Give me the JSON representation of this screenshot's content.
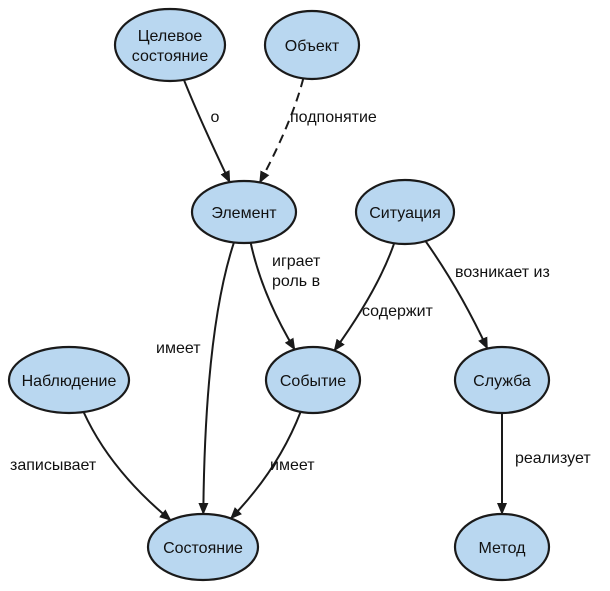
{
  "nodes": [
    {
      "id": "goal_state",
      "name": "node-goal-state",
      "lines": [
        "Целевое",
        "состояние"
      ]
    },
    {
      "id": "object",
      "name": "node-object",
      "lines": [
        "Объект"
      ]
    },
    {
      "id": "element",
      "name": "node-element",
      "lines": [
        "Элемент"
      ]
    },
    {
      "id": "situation",
      "name": "node-situation",
      "lines": [
        "Ситуация"
      ]
    },
    {
      "id": "observation",
      "name": "node-observation",
      "lines": [
        "Наблюдение"
      ]
    },
    {
      "id": "event",
      "name": "node-event",
      "lines": [
        "Событие"
      ]
    },
    {
      "id": "service",
      "name": "node-service",
      "lines": [
        "Служба"
      ]
    },
    {
      "id": "state",
      "name": "node-state",
      "lines": [
        "Состояние"
      ]
    },
    {
      "id": "method",
      "name": "node-method",
      "lines": [
        "Метод"
      ]
    }
  ],
  "edges": [
    {
      "from": "goal_state",
      "to": "element",
      "label": [
        "о"
      ],
      "style": "solid"
    },
    {
      "from": "object",
      "to": "element",
      "label": [
        "подпонятие"
      ],
      "style": "dashed"
    },
    {
      "from": "element",
      "to": "event",
      "label": [
        "играет",
        "роль в"
      ],
      "style": "solid"
    },
    {
      "from": "element",
      "to": "state",
      "label": [
        "имеет"
      ],
      "style": "solid"
    },
    {
      "from": "situation",
      "to": "event",
      "label": [
        "содержит"
      ],
      "style": "solid"
    },
    {
      "from": "situation",
      "to": "service",
      "label": [
        "возникает из"
      ],
      "style": "solid"
    },
    {
      "from": "observation",
      "to": "state",
      "label": [
        "записывает"
      ],
      "style": "solid"
    },
    {
      "from": "event",
      "to": "state",
      "label": [
        "имеет"
      ],
      "style": "solid"
    },
    {
      "from": "service",
      "to": "method",
      "label": [
        "реализует"
      ],
      "style": "solid"
    }
  ]
}
